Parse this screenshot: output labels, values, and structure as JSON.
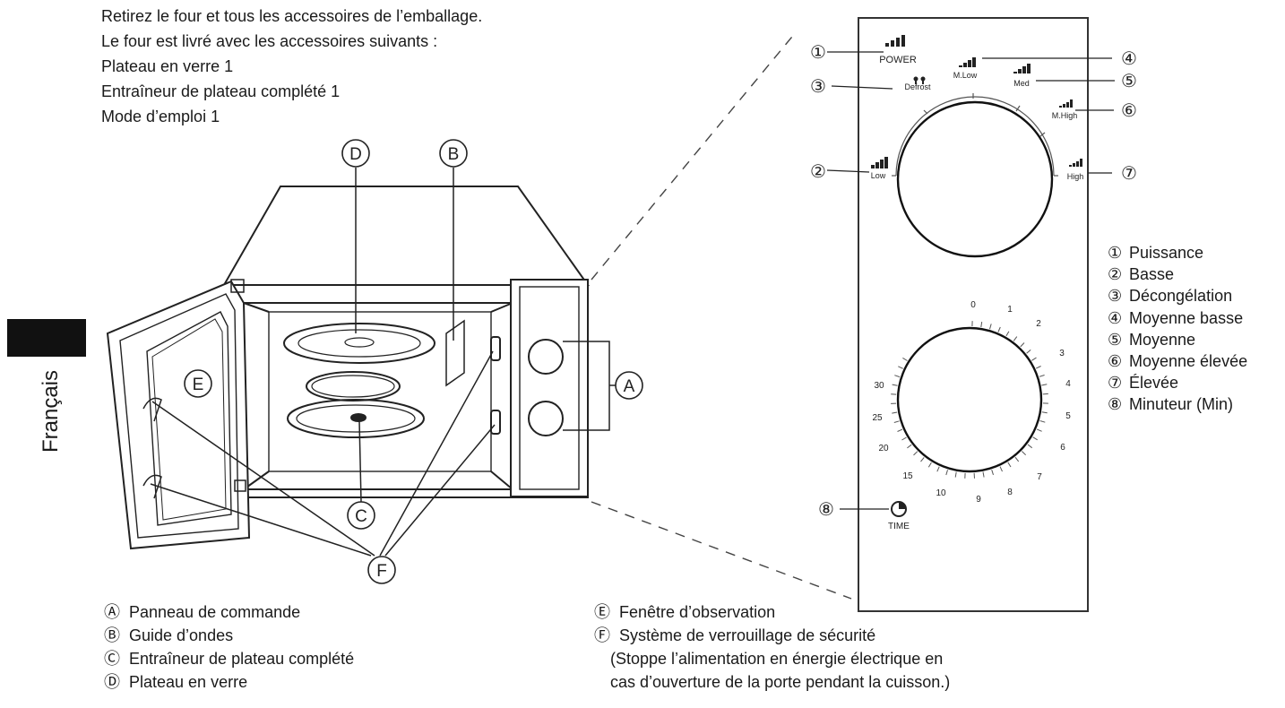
{
  "intro": {
    "line1": "Retirez le four et tous les accessoires de l’emballage.",
    "line2": "Le four est livré avec les accessoires suivants :",
    "line3": "Plateau en verre  1",
    "line4": "Entraîneur de plateau complété  1",
    "line5": "Mode d’emploi  1"
  },
  "side_label": "Français",
  "callouts": {
    "A": "A",
    "B": "B",
    "C": "C",
    "D": "D",
    "E": "E",
    "F": "F"
  },
  "panel": {
    "power_label": "POWER",
    "low": "Low",
    "defrost": "Defrost",
    "mlow": "M.Low",
    "med": "Med",
    "mhigh": "M.High",
    "high": "High",
    "time_label": "TIME",
    "numbers": [
      "①",
      "②",
      "③",
      "④",
      "⑤",
      "⑥",
      "⑦",
      "⑧"
    ],
    "timer_scale": [
      "0",
      "1",
      "2",
      "3",
      "4",
      "5",
      "6",
      "7",
      "8",
      "9",
      "10",
      "15",
      "20",
      "25",
      "30"
    ]
  },
  "legend_right": [
    {
      "num": "①",
      "label": "Puissance"
    },
    {
      "num": "②",
      "label": "Basse"
    },
    {
      "num": "③",
      "label": "Décongélation"
    },
    {
      "num": "④",
      "label": "Moyenne basse"
    },
    {
      "num": "⑤",
      "label": "Moyenne"
    },
    {
      "num": "⑥",
      "label": "Moyenne élevée"
    },
    {
      "num": "⑦",
      "label": "Élevée"
    },
    {
      "num": "⑧",
      "label": "Minuteur (Min)"
    }
  ],
  "legend_bottom_left": [
    {
      "mark": "Ⓐ",
      "label": "Panneau de commande"
    },
    {
      "mark": "Ⓑ",
      "label": "Guide d’ondes"
    },
    {
      "mark": "Ⓒ",
      "label": "Entraîneur de plateau complété"
    },
    {
      "mark": "Ⓓ",
      "label": "Plateau en verre"
    }
  ],
  "legend_bottom_right": [
    {
      "mark": "Ⓔ",
      "label": "Fenêtre d’observation"
    },
    {
      "mark": "Ⓕ",
      "label": "Système de verrouillage de sécurité"
    }
  ],
  "legend_note_1": "(Stoppe l’alimentation en énergie électrique en",
  "legend_note_2": "cas d’ouverture de la porte pendant la cuisson.)"
}
